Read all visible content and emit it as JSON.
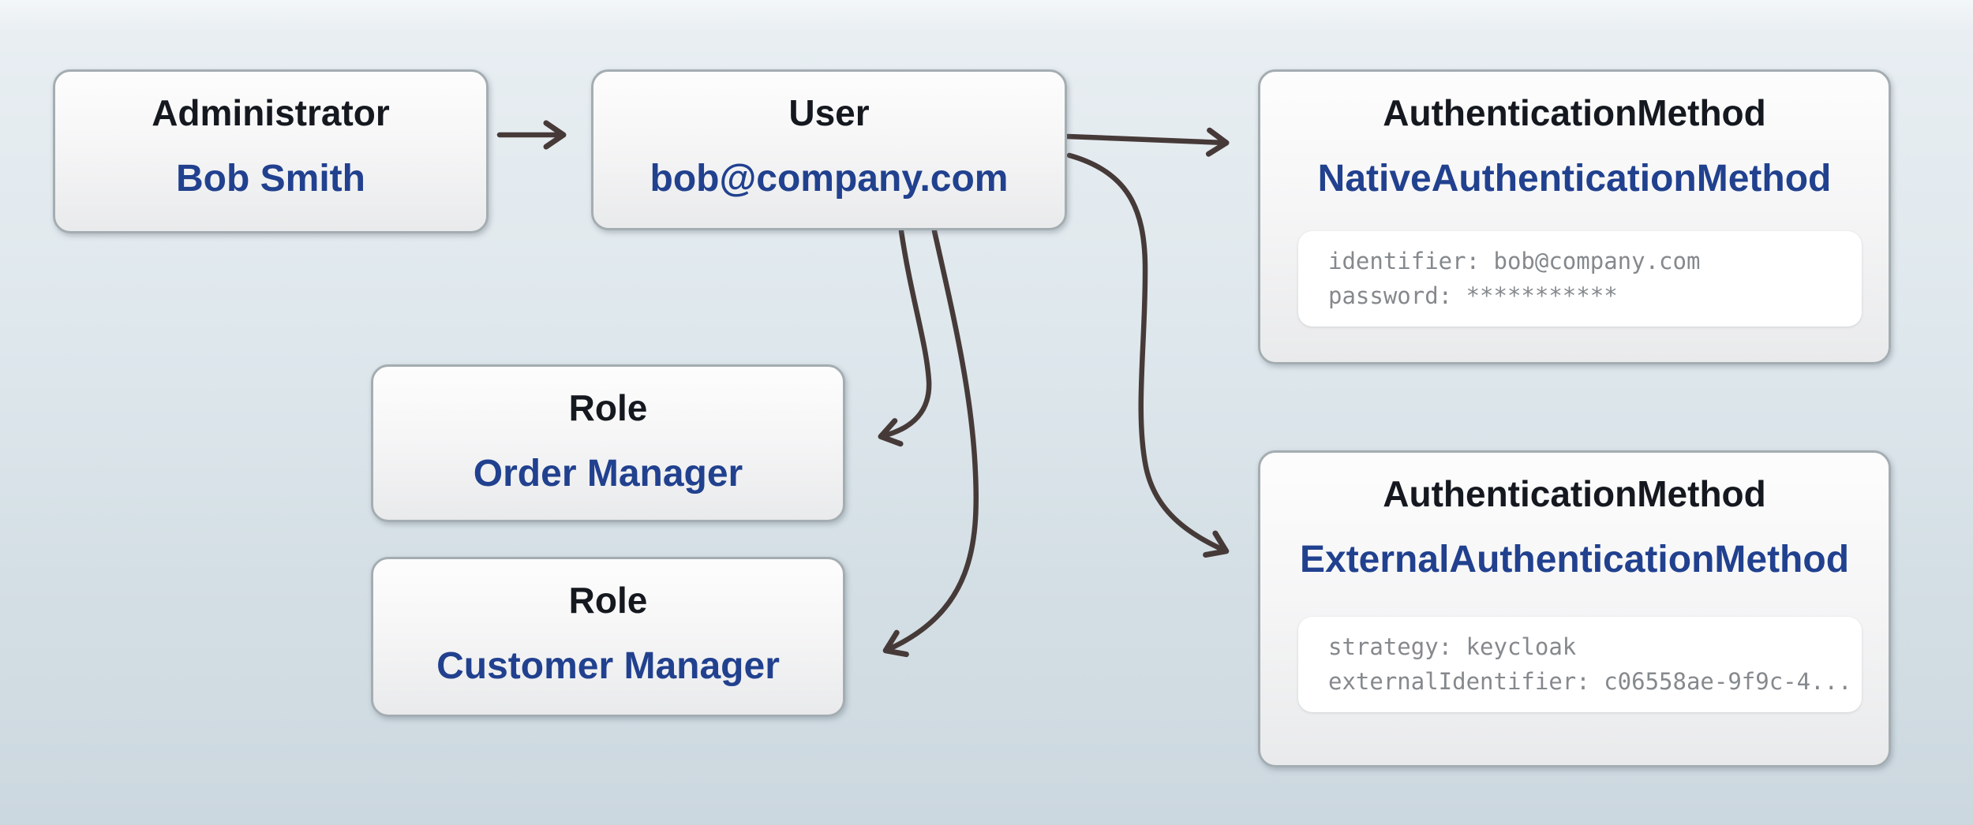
{
  "diagram": {
    "description": "Entity relationship diagram: an Administrator manages a User, which has Roles and AuthenticationMethods",
    "colors": {
      "background_top": "#e8eef2",
      "background_bottom": "#ccd8df",
      "node_fill_top": "#fdfdfd",
      "node_fill_bottom": "#e9eaeb",
      "node_border": "#a4adb2",
      "title_text": "#15191f",
      "value_text": "#21418f",
      "attribute_text": "#85898d",
      "attribute_box_fill": "#ffffff",
      "arrow": "#463a38"
    },
    "nodes": [
      {
        "id": "administrator",
        "type_label": "Administrator",
        "value": "Bob Smith"
      },
      {
        "id": "user",
        "type_label": "User",
        "value": "bob@company.com"
      },
      {
        "id": "native-authentication-method",
        "type_label": "AuthenticationMethod",
        "value": "NativeAuthenticationMethod",
        "attributes": [
          "identifier: bob@company.com",
          "password: ***********"
        ]
      },
      {
        "id": "role-order-manager",
        "type_label": "Role",
        "value": "Order Manager"
      },
      {
        "id": "role-customer-manager",
        "type_label": "Role",
        "value": "Customer Manager"
      },
      {
        "id": "external-authentication-method",
        "type_label": "AuthenticationMethod",
        "value": "ExternalAuthenticationMethod",
        "attributes": [
          "strategy: keycloak",
          "externalIdentifier: c06558ae-9f9c-4..."
        ]
      }
    ],
    "edges": [
      {
        "from": "administrator",
        "to": "user"
      },
      {
        "from": "user",
        "to": "native-authentication-method"
      },
      {
        "from": "user",
        "to": "external-authentication-method"
      },
      {
        "from": "user",
        "to": "role-order-manager"
      },
      {
        "from": "user",
        "to": "role-customer-manager"
      }
    ]
  }
}
